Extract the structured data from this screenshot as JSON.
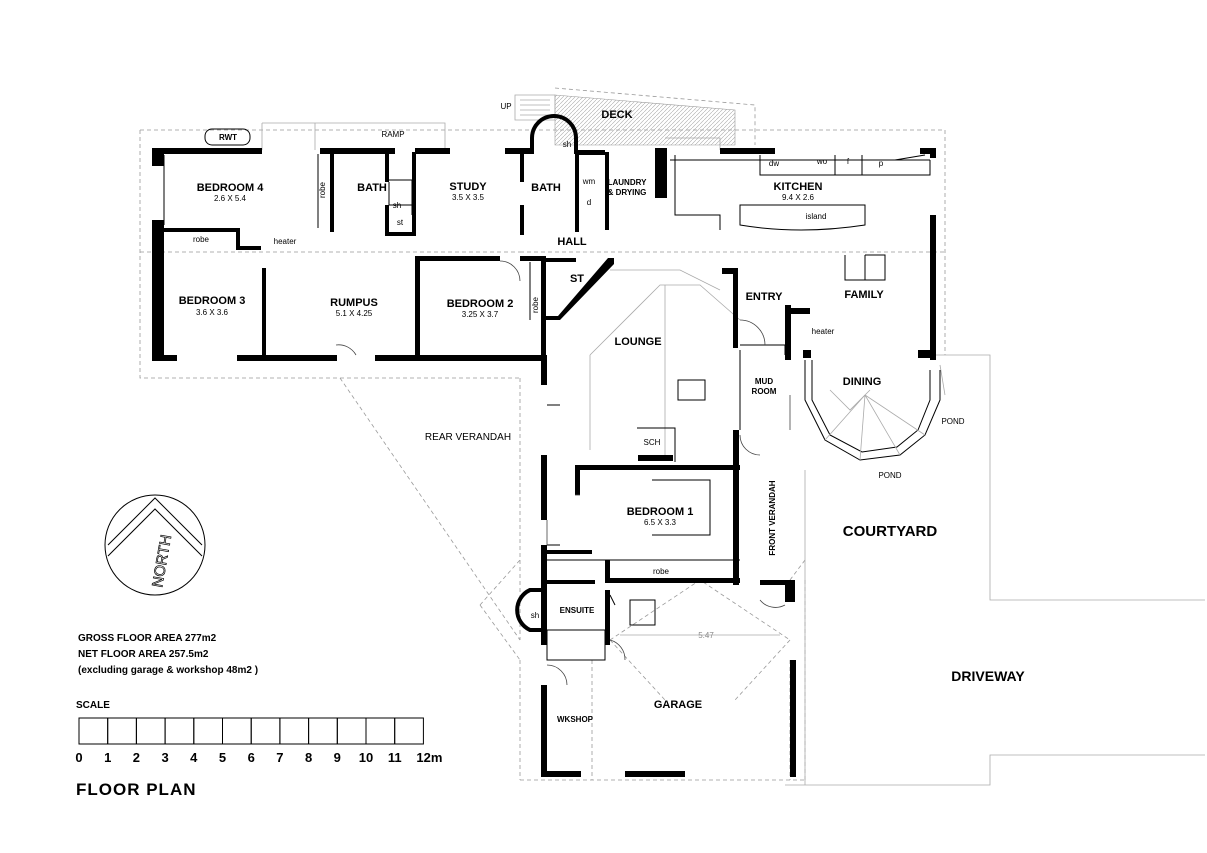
{
  "rooms": {
    "bedroom4": {
      "name": "BEDROOM 4",
      "size": "2.6 X 5.4"
    },
    "bath1": {
      "name": "BATH"
    },
    "study": {
      "name": "STUDY",
      "size": "3.5 X 3.5"
    },
    "bath2": {
      "name": "BATH"
    },
    "laundry": {
      "line1": "LAUNDRY",
      "line2": "& DRYING"
    },
    "kitchen": {
      "name": "KITCHEN",
      "size": "9.4 X 2.6"
    },
    "hall": {
      "name": "HALL"
    },
    "st": {
      "name": "ST"
    },
    "bedroom3": {
      "name": "BEDROOM 3",
      "size": "3.6 X 3.6"
    },
    "rumpus": {
      "name": "RUMPUS",
      "size": "5.1 X 4.25"
    },
    "bedroom2": {
      "name": "BEDROOM 2",
      "size": "3.25 X 3.7"
    },
    "entry": {
      "name": "ENTRY"
    },
    "family": {
      "name": "FAMILY"
    },
    "lounge": {
      "name": "LOUNGE"
    },
    "mudroom": {
      "line1": "MUD",
      "line2": "ROOM"
    },
    "dining": {
      "name": "DINING"
    },
    "rear_verandah": {
      "name": "REAR VERANDAH"
    },
    "bedroom1": {
      "name": "BEDROOM 1",
      "size": "6.5 X 3.3"
    },
    "front_verandah": {
      "name": "FRONT VERANDAH"
    },
    "courtyard": {
      "name": "COURTYARD"
    },
    "ensuite": {
      "name": "ENSUITE"
    },
    "garage": {
      "name": "GARAGE"
    },
    "wkshop": {
      "name": "WKSHOP"
    },
    "driveway": {
      "name": "DRIVEWAY"
    },
    "deck": {
      "name": "DECK"
    }
  },
  "fixtures": {
    "up": "UP",
    "rwt": "RWT",
    "ramp": "RAMP",
    "sh_top": "sh",
    "robe_b4": "robe",
    "sh_bath": "sh",
    "st_small": "st",
    "wm": "wm",
    "d": "d",
    "dw": "dw",
    "wo": "wo",
    "f": "f",
    "p": "p",
    "island": "island",
    "robe_b3": "robe",
    "heater_b3": "heater",
    "robe_b2": "robe",
    "heater_fam": "heater",
    "sch": "SCH",
    "robe_b1": "robe",
    "sh_ens": "sh",
    "pond1": "POND",
    "pond2": "POND",
    "dim_garage": "5.47"
  },
  "info": {
    "gross": "GROSS FLOOR AREA  277m2",
    "net": "NET FLOOR AREA  257.5m2",
    "excl": "(excluding garage & workshop  48m2 )"
  },
  "scale": {
    "label": "SCALE",
    "numbers": [
      "0",
      "1",
      "2",
      "3",
      "4",
      "5",
      "6",
      "7",
      "8",
      "9",
      "10",
      "11",
      "12m"
    ]
  },
  "north": "NORTH",
  "title": "FLOOR  PLAN"
}
